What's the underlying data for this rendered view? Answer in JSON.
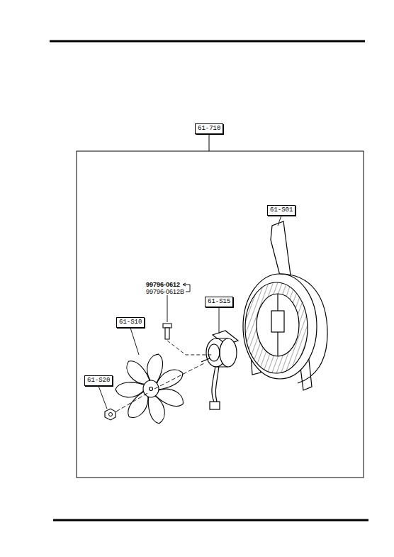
{
  "diagram": {
    "labels": [
      "61-710",
      "61-S01",
      "99796-0612",
      "99796-0612B",
      "61-S15",
      "61-S10",
      "61-S20"
    ]
  }
}
